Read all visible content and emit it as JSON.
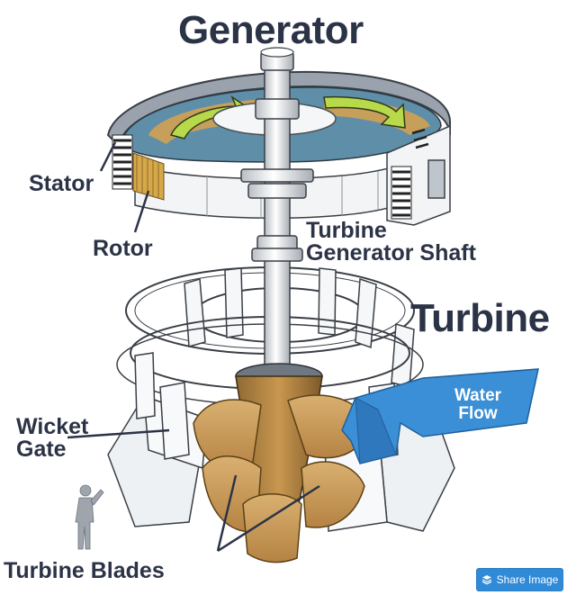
{
  "diagram": {
    "title_generator": "Generator",
    "title_turbine": "Turbine",
    "labels": {
      "stator": "Stator",
      "rotor": "Rotor",
      "shaft_line1": "Turbine",
      "shaft_line2": "Generator Shaft",
      "wicket_line1": "Wicket",
      "wicket_line2": "Gate",
      "blades": "Turbine Blades",
      "water_line1": "Water",
      "water_line2": "Flow"
    },
    "colors": {
      "label_text": "#2b3346",
      "water_arrow": "#3a8fd6",
      "rotor_arrow": "#b7d94a",
      "blade": "#c59a55",
      "stator_coil": "#222222",
      "rotor_gold": "#d6a84a"
    }
  },
  "share": {
    "label": "Share Image",
    "icon": "layers-icon"
  }
}
